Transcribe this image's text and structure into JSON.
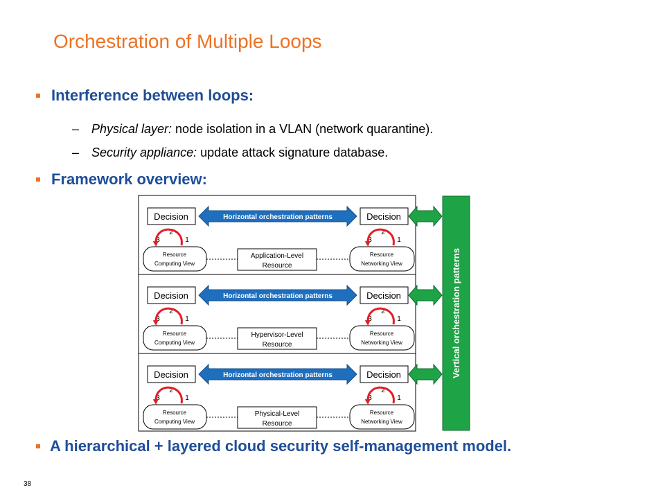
{
  "slide": {
    "title": "Orchestration of Multiple Loops",
    "page_number": "38"
  },
  "bullets": {
    "interference": "Interference between loops:",
    "framework": "Framework overview:",
    "model": "A hierarchical + layered cloud security self-management model."
  },
  "sub_bullets": {
    "dash": "–",
    "physical_label": "Physical layer:",
    "physical_text": " node isolation in a VLAN (network quarantine).",
    "security_label": "Security appliance:",
    "security_text": " update attack signature database."
  },
  "diagram": {
    "decision_label": "Decision",
    "horizontal_label": "Horizontal orchestration patterns",
    "vertical_label": "Vertical orchestration patterns",
    "loop_numbers": [
      "2",
      "3",
      "1"
    ],
    "computing_view": [
      "Resource",
      "Computing View"
    ],
    "networking_view": [
      "Resource",
      "Networking View"
    ],
    "layers": [
      {
        "resource": [
          "Application-Level",
          "Resource"
        ]
      },
      {
        "resource": [
          "Hypervisor-Level",
          "Resource"
        ]
      },
      {
        "resource": [
          "Physical-Level",
          "Resource"
        ]
      }
    ]
  },
  "colors": {
    "title": "#ee7222",
    "bullet_text": "#1f4e98",
    "horizontal_arrow": "#1f6fbf",
    "vertical_bar": "#1ea446",
    "loop_arrow": "#e21e26"
  }
}
